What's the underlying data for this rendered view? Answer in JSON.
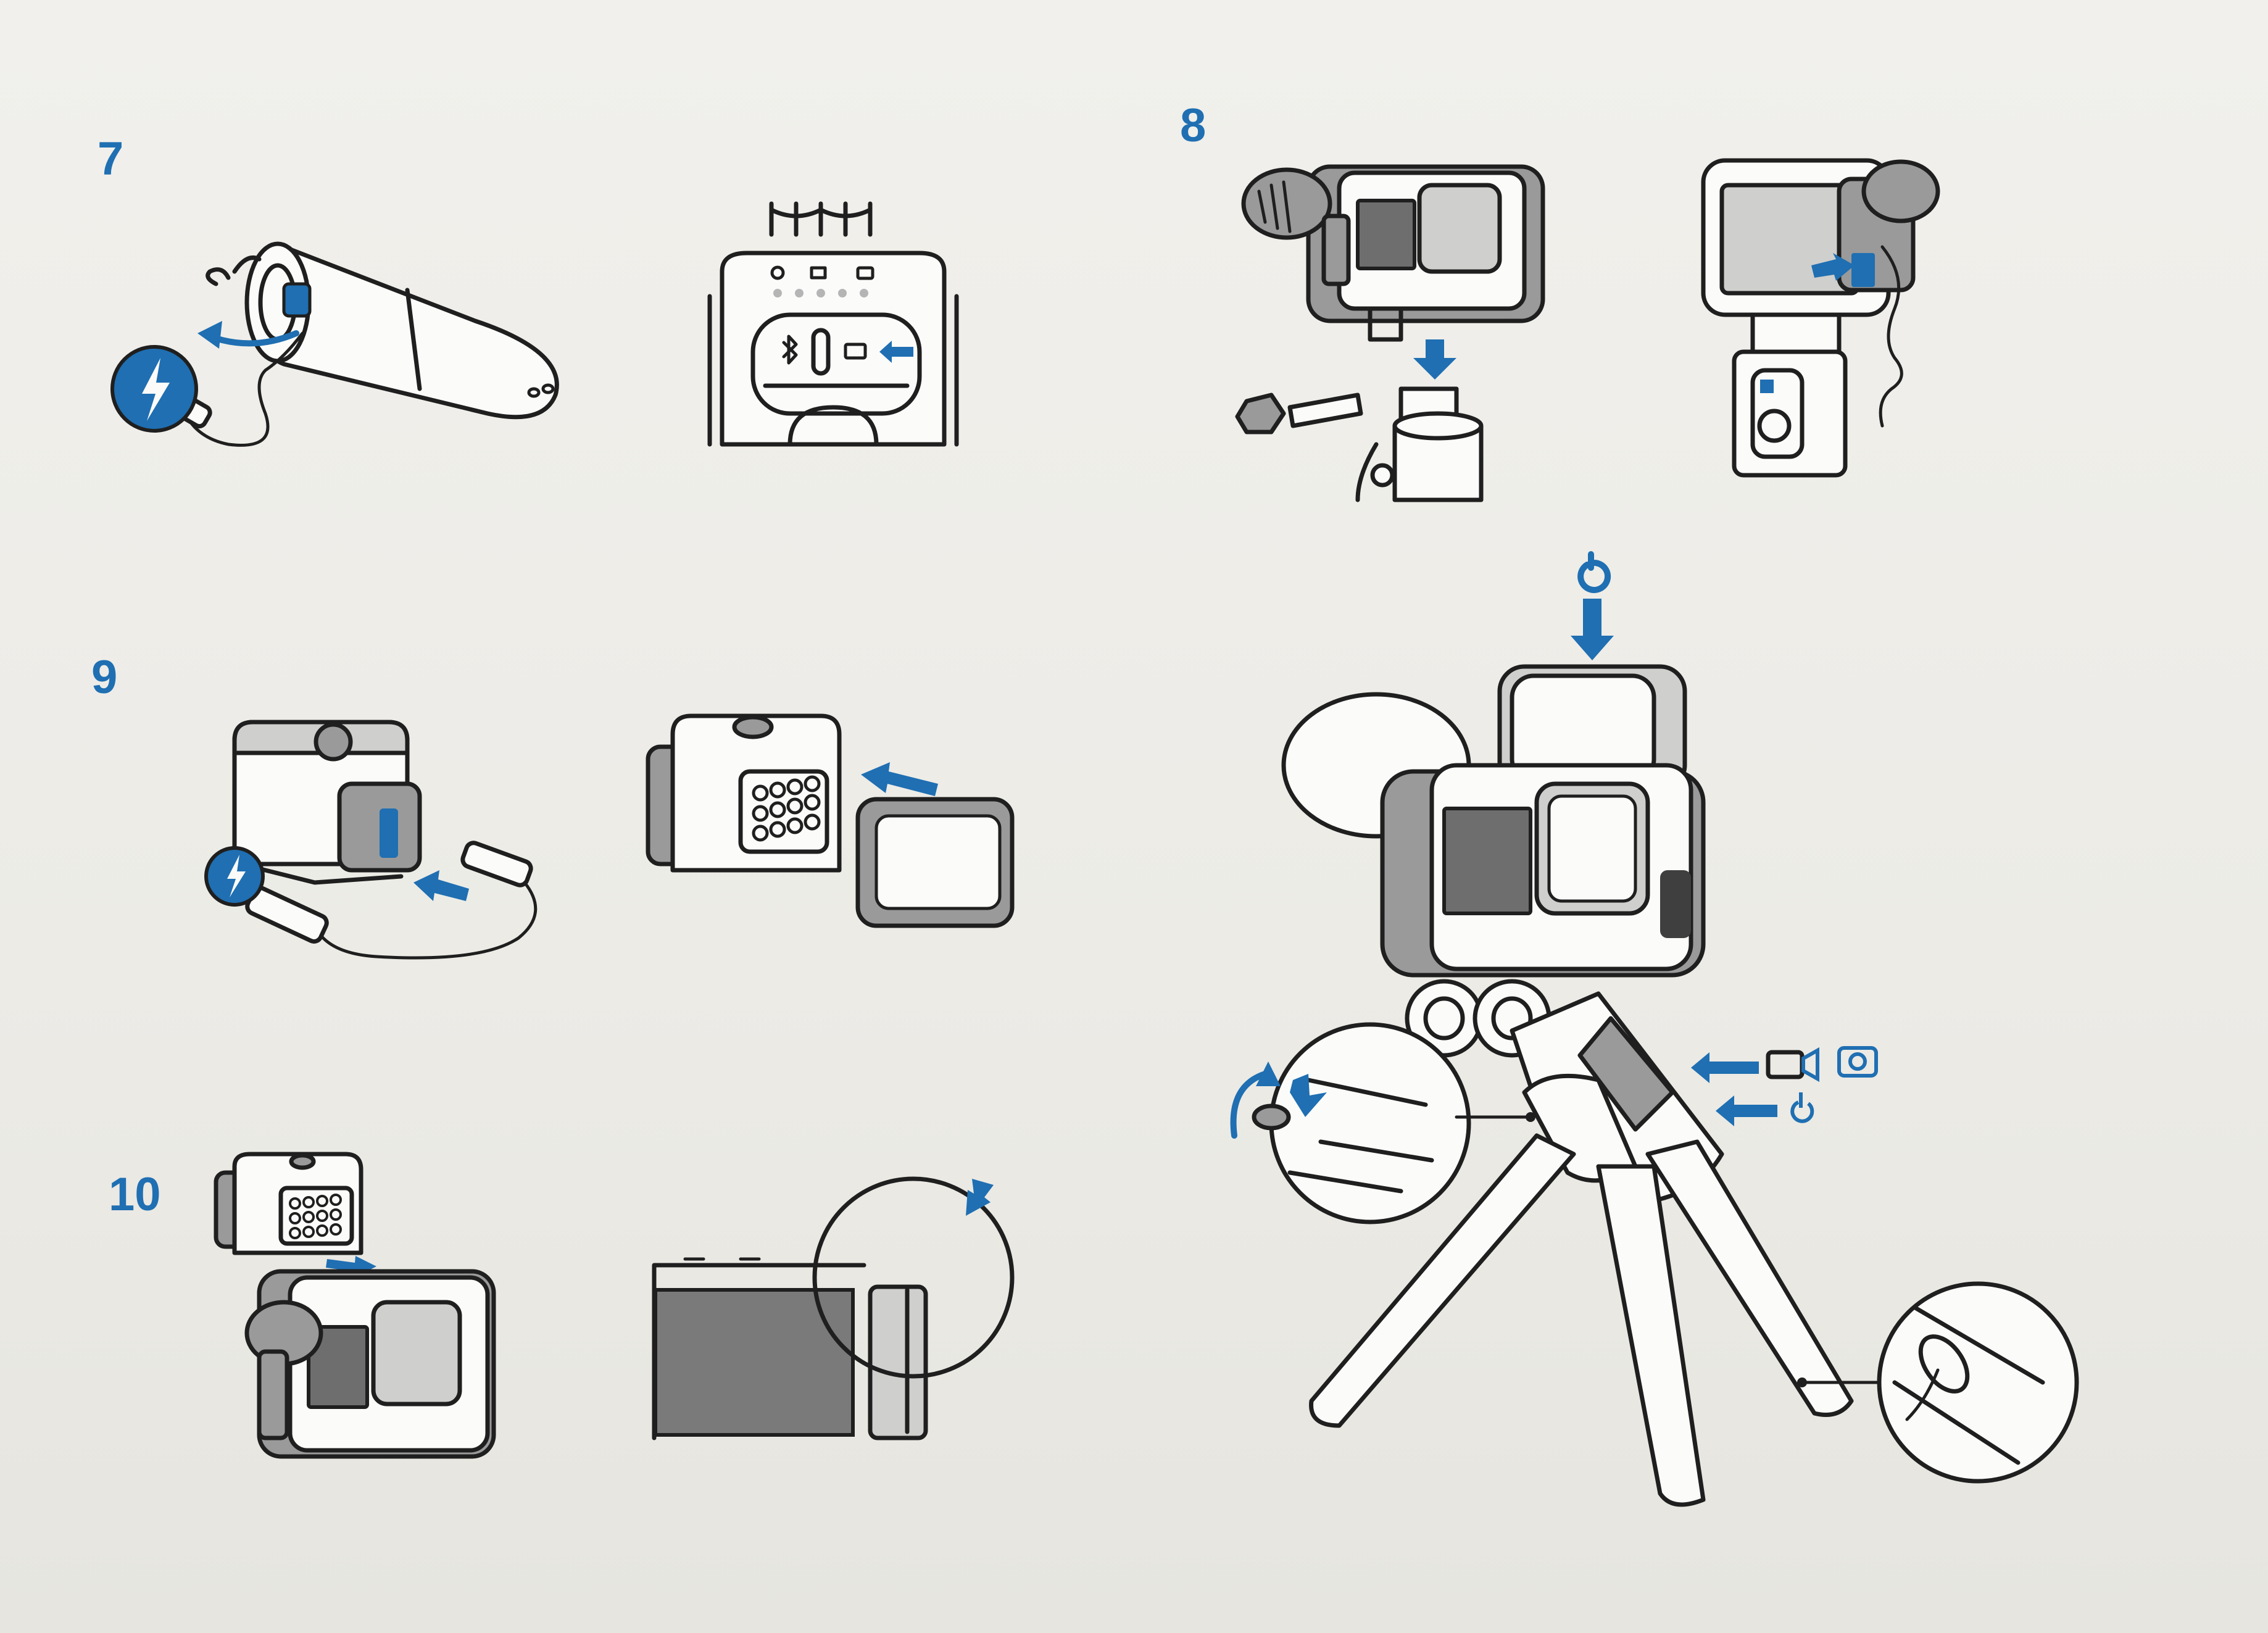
{
  "steps": {
    "step7": "7",
    "step8": "8",
    "step9": "9",
    "step10": "10"
  },
  "icons": {
    "charge": "lightning-bolt-icon",
    "power": "power-icon",
    "video": "video-icon",
    "photo": "camera-icon",
    "bluetooth": "bluetooth-icon",
    "battery": "battery-icon"
  },
  "colors": {
    "accent": "#1f6fb2",
    "line": "#1f1f1f",
    "paper": "#efeee9"
  }
}
